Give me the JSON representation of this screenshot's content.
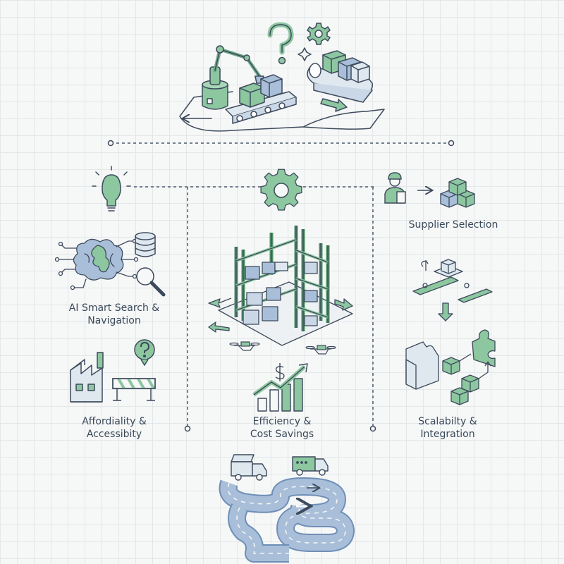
{
  "colors": {
    "line": "#3d4a5c",
    "green": "#8cc7a0",
    "green_dark": "#4e8f66",
    "blue": "#a9bfd9",
    "blue_dark": "#6f8fb7",
    "dash": "#4b5a6b"
  },
  "labels": {
    "supplier": "Supplier Selection",
    "ai_line1": "AI Smart Search &",
    "ai_line2": "Navigation",
    "afford_line1": "Affordiality &",
    "afford_line2": "Accessibity",
    "eff_line1": "Efficiency &",
    "eff_line2": "Cost Savings",
    "scal_line1": "Scalabilty &",
    "scal_line2": "Integration"
  },
  "icons": {
    "top": [
      "robotic-arm-icon",
      "conveyor-belt-icon",
      "question-mark-icon",
      "gear-icon",
      "sparkle-icon"
    ],
    "left": [
      "lightbulb-icon",
      "brain-circuit-icon",
      "database-icon",
      "magnifier-icon",
      "factory-icon",
      "barrier-icon",
      "question-bubble-icon"
    ],
    "center": [
      "gear-icon",
      "warehouse-rack-icon",
      "drone-icon",
      "growth-chart-icon",
      "dollar-icon"
    ],
    "right": [
      "worker-icon",
      "boxes-icon",
      "routing-icon",
      "puzzle-icon",
      "cube-stack-icon"
    ],
    "bottom": [
      "winding-road-icon",
      "delivery-truck-icon"
    ]
  }
}
